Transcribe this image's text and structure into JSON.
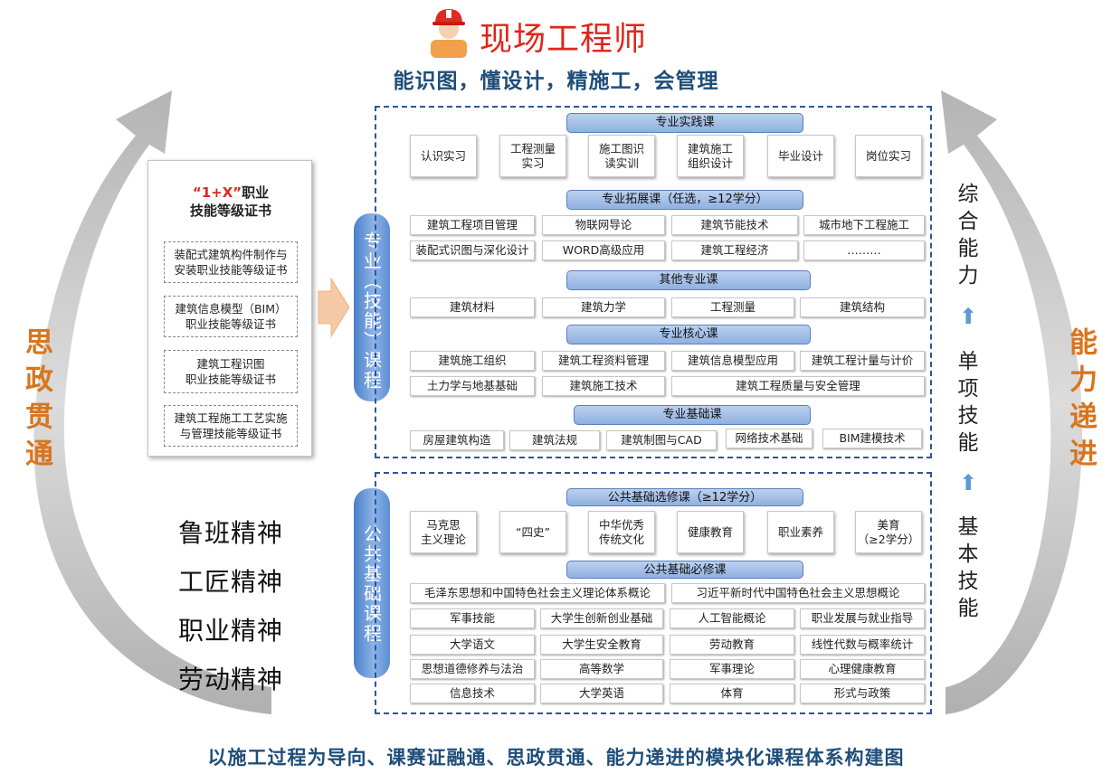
{
  "colors": {
    "title_red": "#e0251b",
    "navy": "#1f4e79",
    "orange": "#d9751d",
    "arrow_grey": "#c8c8c8",
    "band_blue": "#9bb8e6",
    "dash_blue": "#2f5597"
  },
  "icon": {
    "name": "engineer-hardhat-icon"
  },
  "header": {
    "title": "现场工程师",
    "subtitle": "能识图，懂设计，精施工，会管理"
  },
  "footer": "以施工过程为导向、课赛证融通、思政贯通、能力递进的模块化课程体系构建图",
  "left_arrow": "思政贯通",
  "right_arrow": "能力递进",
  "certs": {
    "title_quote": "“1+X”",
    "title_rest": "职业",
    "title_line2": "技能等级证书",
    "items": [
      "装配式建筑构件制作与\n安装职业技能等级证书",
      "建筑信息模型（BIM）\n职业技能等级证书",
      "建筑工程识图\n职业技能等级证书",
      "建筑工程施工工艺实施\n与管理技能等级证书"
    ]
  },
  "spirits": [
    "鲁班精神",
    "工匠精神",
    "职业精神",
    "劳动精神"
  ],
  "pill_prof": "专业（技能）课程",
  "pill_pub": "公共基础课程",
  "prof": {
    "practice": {
      "title": "专业实践课",
      "items": [
        "认识实习",
        "工程测量\n实习",
        "施工图识\n读实训",
        "建筑施工\n组织设计",
        "毕业设计",
        "岗位实习"
      ]
    },
    "extend": {
      "title": "专业拓展课（任选，≥12学分）",
      "row1": [
        "建筑工程项目管理",
        "物联网导论",
        "建筑节能技术",
        "城市地下工程施工"
      ],
      "row2": [
        "装配式识图与深化设计",
        "WORD高级应用",
        "建筑工程经济",
        "………"
      ]
    },
    "other": {
      "title": "其他专业课",
      "items": [
        "建筑材料",
        "建筑力学",
        "工程测量",
        "建筑结构"
      ]
    },
    "core": {
      "title": "专业核心课",
      "row1": [
        "建筑施工组织",
        "建筑工程资料管理",
        "建筑信息模型应用",
        "建筑工程计量与计价"
      ],
      "row2": [
        "土力学与地基基础",
        "建筑施工技术",
        "建筑工程质量与安全管理"
      ]
    },
    "basic": {
      "title": "专业基础课",
      "items": [
        "房屋建筑构造",
        "建筑法规",
        "建筑制图与CAD",
        "网络技术基础",
        "BIM建模技术"
      ]
    }
  },
  "pub": {
    "elective": {
      "title": "公共基础选修课（≥12学分）",
      "items": [
        "马克思\n主义理论",
        "“四史”",
        "中华优秀\n传统文化",
        "健康教育",
        "职业素养",
        "美育\n（≥2学分）"
      ]
    },
    "required": {
      "title": "公共基础必修课",
      "row1": [
        "毛泽东思想和中国特色社会主义理论体系概论",
        "习近平新时代中国特色社会主义思想概论"
      ],
      "row2": [
        "军事技能",
        "大学生创新创业基础",
        "人工智能概论",
        "职业发展与就业指导"
      ],
      "row3": [
        "大学语文",
        "大学生安全教育",
        "劳动教育",
        "线性代数与概率统计"
      ],
      "row4": [
        "思想道德修养与法治",
        "高等数学",
        "军事理论",
        "心理健康教育"
      ],
      "row5": [
        "信息技术",
        "大学英语",
        "体育",
        "形式与政策"
      ]
    }
  },
  "levels": {
    "top": "综合能力",
    "mid": "单项技能",
    "bot": "基本技能"
  }
}
